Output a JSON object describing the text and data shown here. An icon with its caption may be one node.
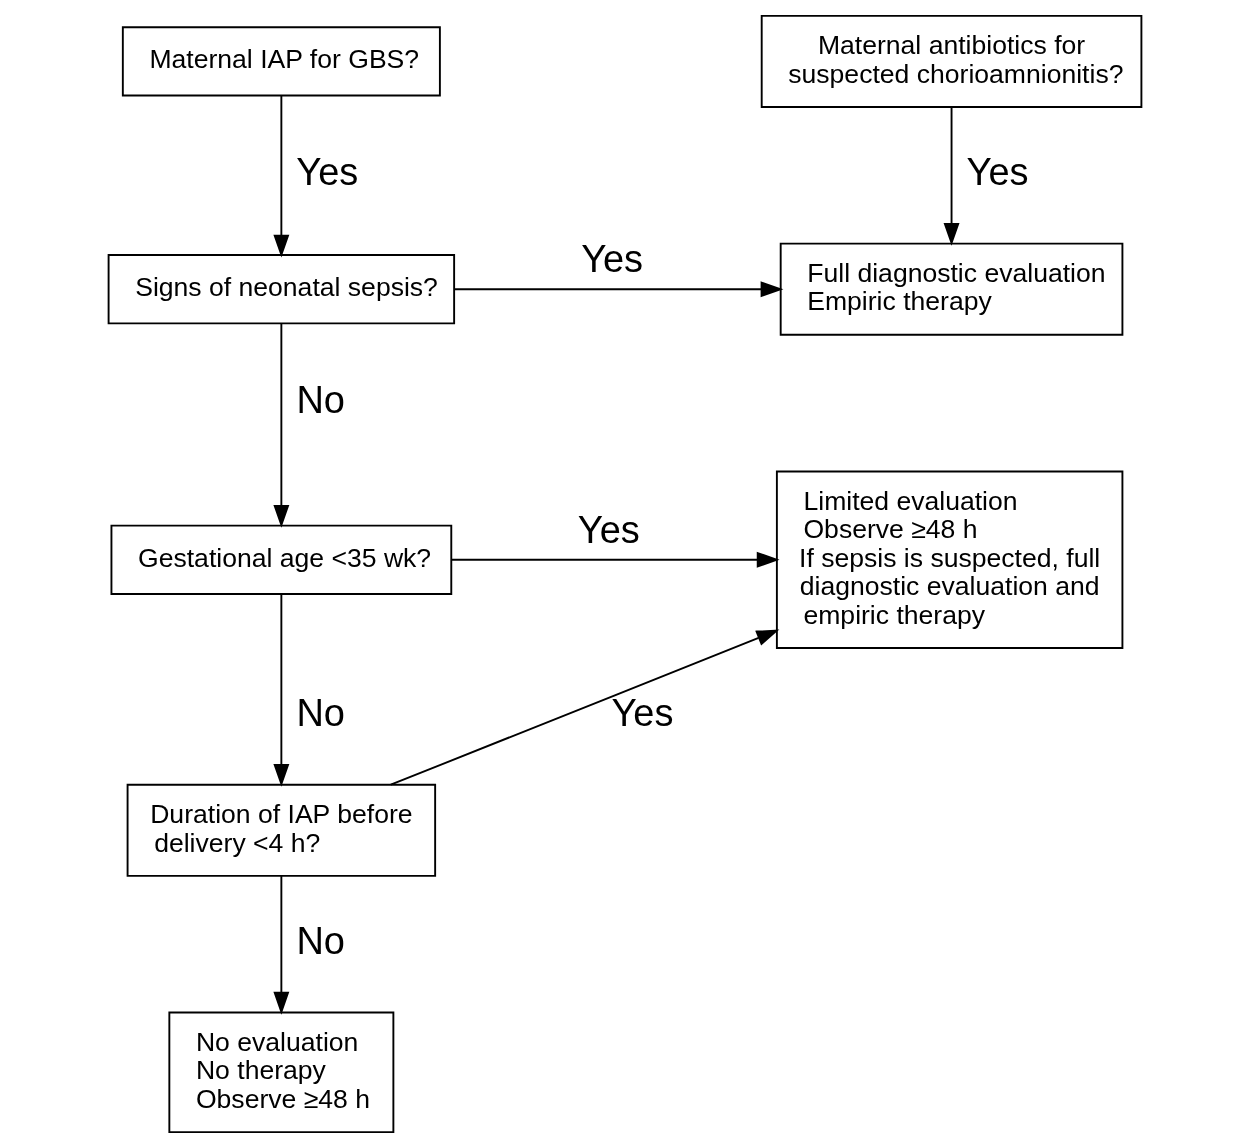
{
  "diagram": {
    "nodes": [
      {
        "text": [
          "Maternal IAP for GBS?"
        ]
      },
      {
        "text": [
          "Maternal antibiotics for suspected chorioamnionitis?"
        ]
      },
      {
        "text": [
          "Signs of neonatal sepsis?"
        ]
      },
      {
        "text": [
          "Full diagnostic evaluation",
          "Empiric therapy"
        ]
      },
      {
        "text": [
          "Gestational age <35 wk?"
        ]
      },
      {
        "text": [
          "Limited evaluation",
          "Observe ≥48 h",
          "If sepsis is suspected, full diagnostic evaluation and empiric therapy"
        ]
      },
      {
        "text": [
          "Duration of IAP before delivery <4 h?"
        ]
      },
      {
        "text": [
          "No evaluation",
          "No therapy",
          "Observe ≥48 h"
        ]
      }
    ],
    "edges": [
      {
        "from": 0,
        "to": 2,
        "arrow": "to",
        "label": "Yes"
      },
      {
        "from": 1,
        "to": 3,
        "arrow": "to",
        "label": "Yes"
      },
      {
        "from": 2,
        "to": 3,
        "arrow": "to",
        "label": "Yes"
      },
      {
        "from": 2,
        "to": 4,
        "arrow": "to",
        "label": "No"
      },
      {
        "from": 4,
        "to": 5,
        "arrow": "to",
        "label": "Yes"
      },
      {
        "from": 4,
        "to": 6,
        "arrow": "to",
        "label": "No"
      },
      {
        "from": 6,
        "to": 5,
        "arrow": "to",
        "label": "Yes"
      },
      {
        "from": 6,
        "to": 7,
        "arrow": "to",
        "label": "No"
      }
    ]
  }
}
